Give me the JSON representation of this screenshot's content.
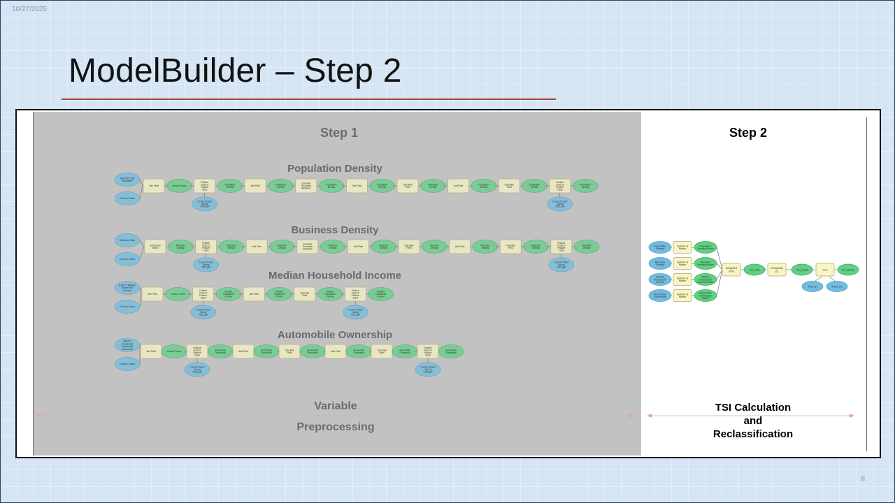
{
  "slide": {
    "date": "10/27/2025",
    "title": "ModelBuilder – Step 2",
    "page_number": "8"
  },
  "diagram": {
    "step1_label": "Step 1",
    "step2_label": "Step 2",
    "sections": {
      "population": "Population Density",
      "business": "Business Density",
      "income": "Median Household Income",
      "automobile": "Automobile Ownership"
    },
    "left_caption_1": "Variable",
    "left_caption_2": "Preprocessing",
    "right_caption": [
      "TSI Calculation",
      "and",
      "Reclassification"
    ],
    "colors": {
      "input_blue": "#6fbde0",
      "tool_yellow": "#f8f5c2",
      "output_green": "#5fd084",
      "arrow_pink": "#e6a0ad",
      "title_rule": "#a8442a",
      "shade_gray": "#c2c2c2"
    },
    "rows": [
      {
        "id": "pop",
        "inputs": [
          "MHHSU Total Population",
          "Census Tracts"
        ],
        "chain": [
          "Join Field",
          "Census Tracts",
          "Feature Class to Feature Class",
          "Population Density",
          "Add Field",
          "Population Density",
          "Calculate Geometry Attributes",
          "Population Density",
          "Add Field",
          "Population Density",
          "Calculate Field",
          "Population Density",
          "Add Field",
          "Population Density",
          "Calculate Field",
          "Population Density",
          "Feature Class to Feature Class",
          "Population Density"
        ],
        "gdb_after": [
          2,
          16
        ],
        "gdb_label": "Course Project Spring 2025.gdb"
      },
      {
        "id": "bus",
        "inputs": [
          "Business Sites",
          "Census Tracts"
        ],
        "chain": [
          "Summarize Within",
          "Business Density",
          "Feature Class to Feature Class",
          "Business Density",
          "Add Field",
          "Business Density",
          "Calculate Geometry Attributes",
          "Business Density",
          "Add Field",
          "Business Density",
          "Calculate Field",
          "Business Density",
          "Add Field",
          "Business Density",
          "Calculate Field",
          "Business Density",
          "Feature Class to Feature Class",
          "Business Density"
        ],
        "gdb_after": [
          2,
          16
        ],
        "gdb_label": "Course Project Spring 2025.gdb"
      },
      {
        "id": "inc",
        "inputs": [
          "B19013 Median Household Income",
          "Census Tracts"
        ],
        "chain": [
          "Join Field",
          "Census Tracts",
          "Feature Class to Feature Class",
          "Median Household Income",
          "Add Field",
          "Median Household Income",
          "Calculate Field",
          "Median Household Income",
          "Feature Class to Feature Class",
          "Median Household Income"
        ],
        "gdb_after": [
          2,
          8
        ],
        "gdb_label": "Course Project Spring 2025.gdb"
      },
      {
        "id": "auto",
        "inputs": [
          "B08201 Household Automobile Ownership",
          "Census Tracts"
        ],
        "chain": [
          "Join Field",
          "Census Tracts",
          "Feature Class to Feature Class",
          "Automobile Ownership",
          "Add Field",
          "Automobile Ownership",
          "Calculate Field",
          "Automobile Ownership",
          "Add Field",
          "Automobile Ownership",
          "Calculate Field",
          "Automobile Ownership",
          "Feature Class to Feature Class",
          "Automobile Ownership"
        ],
        "gdb_after": [
          2,
          12
        ],
        "gdb_label": "Course Project Spring 2025.gdb"
      }
    ],
    "step2_flow": {
      "inputs": [
        "Population Density",
        "Business Density",
        "Median Household Income",
        "Automobile Ownership"
      ],
      "tools": [
        "Feature to Raster",
        "Feature to Raster",
        "Feature to Raster",
        "Feature to Raster"
      ],
      "rasters": [
        "Population Density Raster",
        "Business Density Raster",
        "Median Household Income Raster",
        "Automobile Ownership Raster"
      ],
      "chain": [
        "Weighted Sum",
        "TSI_Raw",
        "Reclassify (1)",
        "TSI_Final",
        "Con",
        "TSI_Binary"
      ],
      "con_inputs": [
        "True (1)",
        "False (0)"
      ]
    }
  }
}
